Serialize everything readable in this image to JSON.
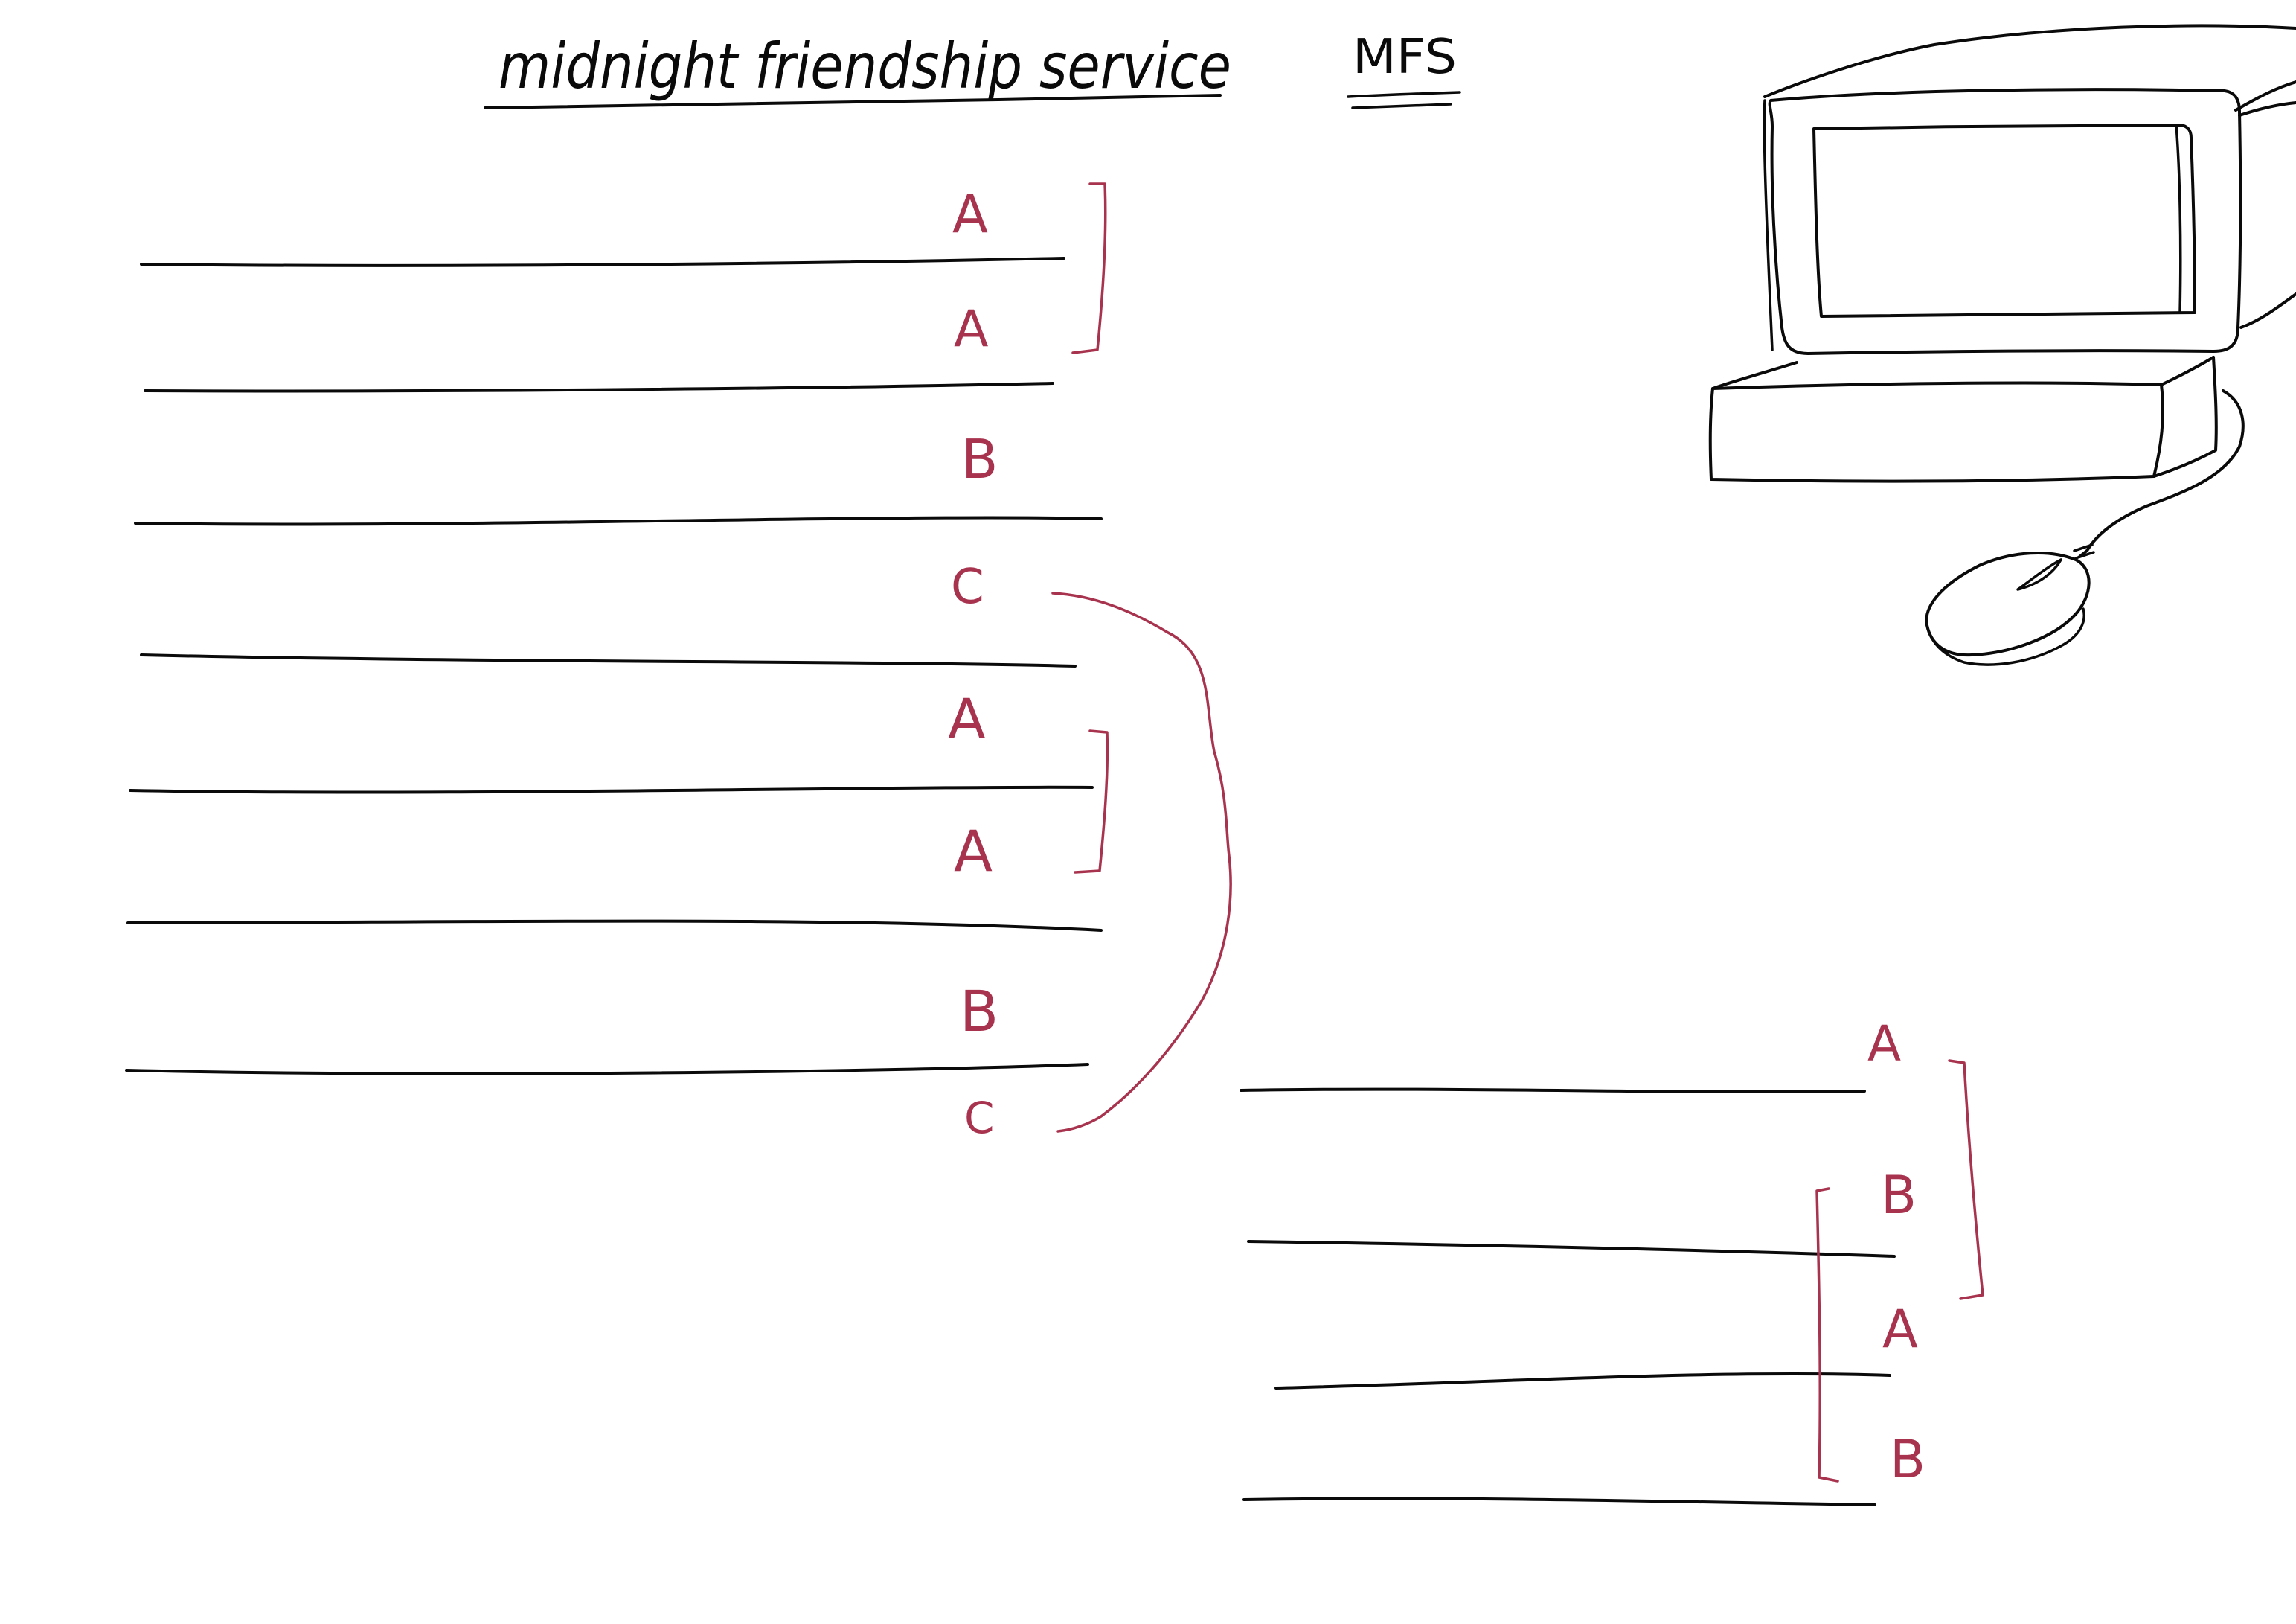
{
  "title": "midnight friendship service",
  "acronym": "MFS",
  "left_stanza": {
    "labels": [
      "A",
      "A",
      "B",
      "C",
      "A",
      "A",
      "B",
      "C"
    ]
  },
  "right_stanza": {
    "labels": [
      "A",
      "B",
      "A",
      "B"
    ]
  },
  "colors": {
    "ink": "#0a0a0a",
    "rhyme_marks": "#a8334e",
    "paper": "#ffffff"
  },
  "drawing": "computer-with-mouse-sketch"
}
